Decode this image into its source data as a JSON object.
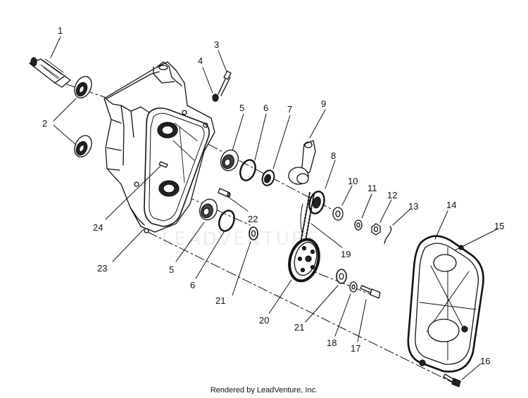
{
  "footer": "Rendered by LeadVenture, Inc.",
  "watermark": "LEADVENTURE",
  "callouts": [
    {
      "id": "c1",
      "label": "1"
    },
    {
      "id": "c2",
      "label": "2"
    },
    {
      "id": "c3",
      "label": "3"
    },
    {
      "id": "c4",
      "label": "4"
    },
    {
      "id": "c5a",
      "label": "5"
    },
    {
      "id": "c5b",
      "label": "5"
    },
    {
      "id": "c6a",
      "label": "6"
    },
    {
      "id": "c6b",
      "label": "6"
    },
    {
      "id": "c7",
      "label": "7"
    },
    {
      "id": "c8",
      "label": "8"
    },
    {
      "id": "c9",
      "label": "9"
    },
    {
      "id": "c10",
      "label": "10"
    },
    {
      "id": "c11",
      "label": "11"
    },
    {
      "id": "c12",
      "label": "12"
    },
    {
      "id": "c13",
      "label": "13"
    },
    {
      "id": "c14",
      "label": "14"
    },
    {
      "id": "c15",
      "label": "15"
    },
    {
      "id": "c16",
      "label": "16"
    },
    {
      "id": "c17",
      "label": "17"
    },
    {
      "id": "c18",
      "label": "18"
    },
    {
      "id": "c19",
      "label": "19"
    },
    {
      "id": "c20",
      "label": "20"
    },
    {
      "id": "c21a",
      "label": "21"
    },
    {
      "id": "c21b",
      "label": "21"
    },
    {
      "id": "c22",
      "label": "22"
    },
    {
      "id": "c23",
      "label": "23"
    },
    {
      "id": "c24",
      "label": "24"
    }
  ]
}
